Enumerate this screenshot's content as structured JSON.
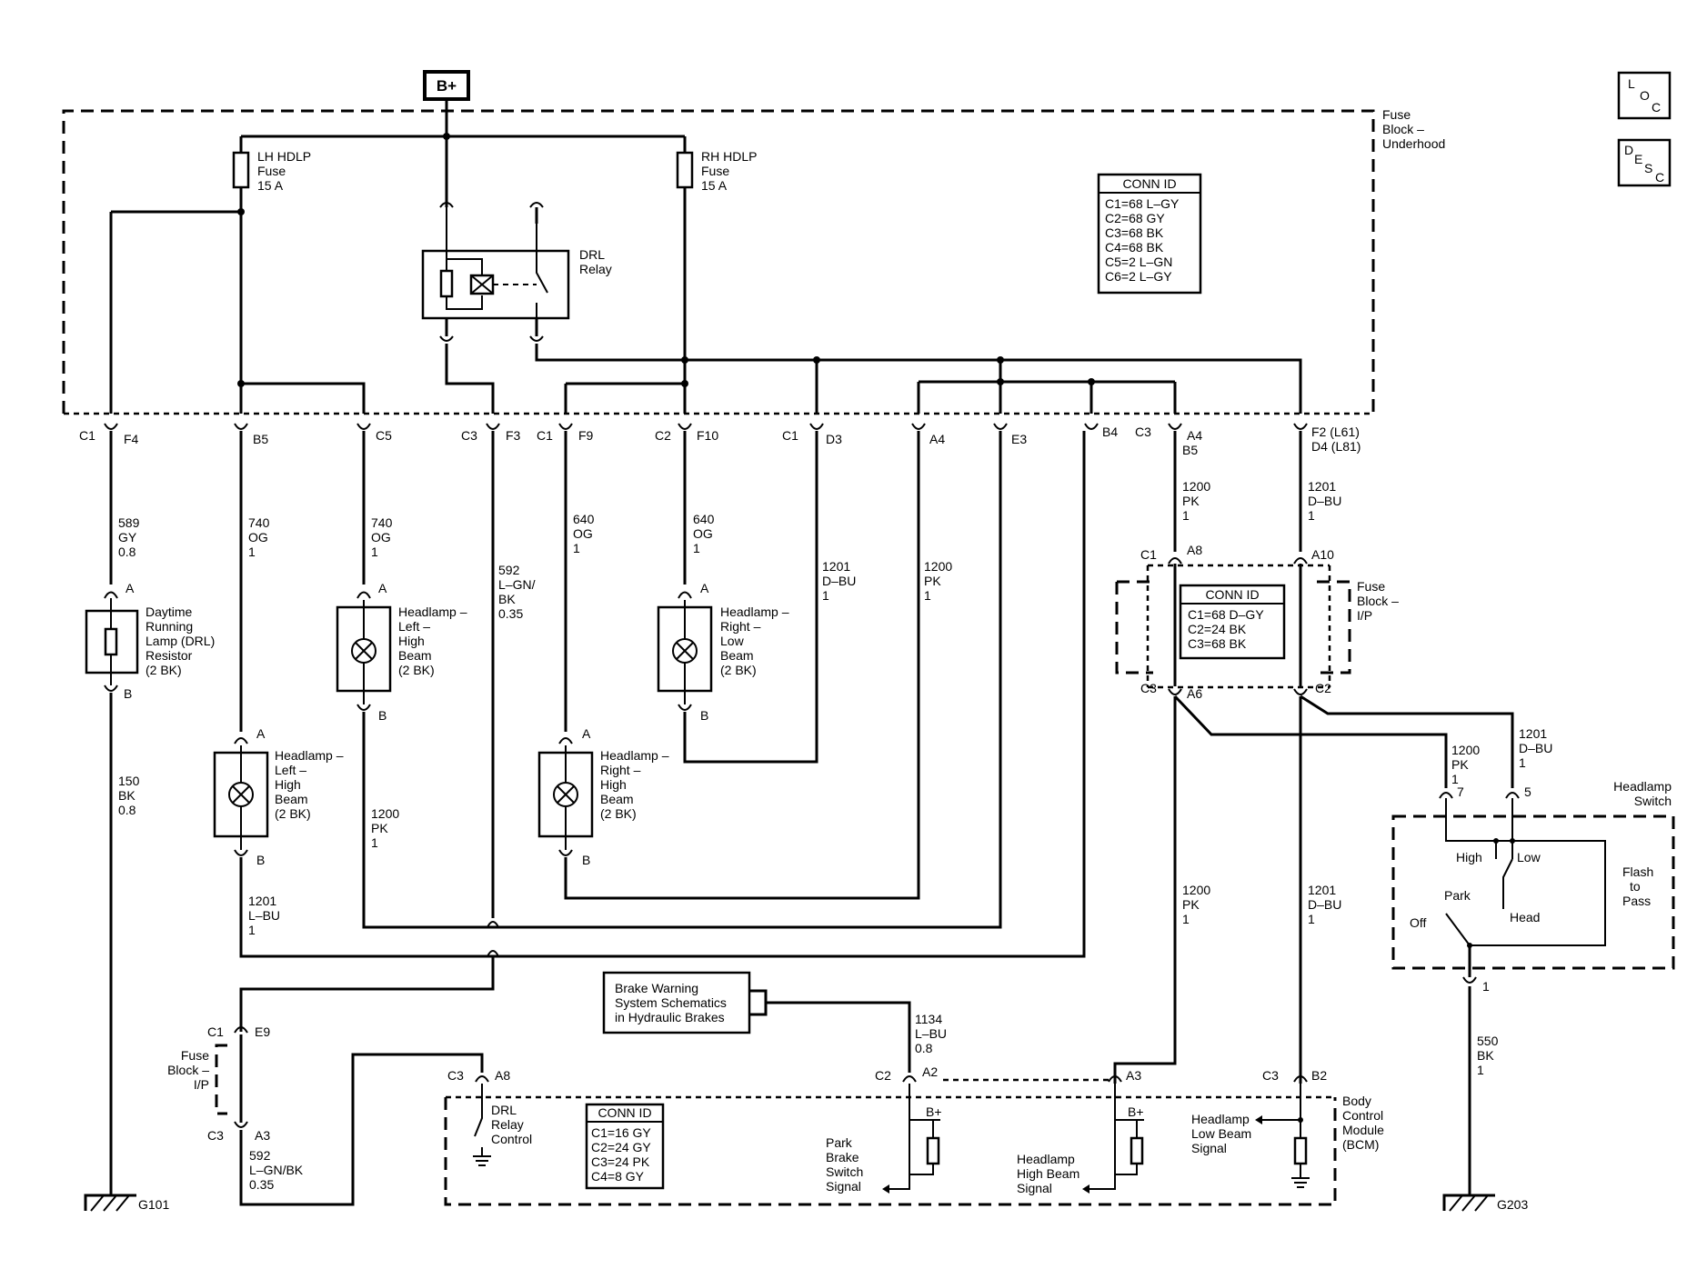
{
  "power": {
    "b_plus": "B+"
  },
  "nav": {
    "loc": [
      "L",
      "O",
      "C"
    ],
    "desc": [
      "D",
      "E",
      "S",
      "C"
    ]
  },
  "fuse_block_underhood": {
    "label": [
      "Fuse",
      "Block –",
      "Underhood"
    ],
    "lh_fuse": [
      "LH HDLP",
      "Fuse",
      "15 A"
    ],
    "rh_fuse": [
      "RH HDLP",
      "Fuse",
      "15 A"
    ],
    "drl_relay": [
      "DRL",
      "Relay"
    ],
    "conn_id": {
      "title": "CONN ID",
      "rows": [
        "C1=68 L–GY",
        "C2=68 GY",
        "C3=68 BK",
        "C4=68 BK",
        "C5=2 L–GN",
        "C6=2 L–GY"
      ]
    }
  },
  "connectors_top": {
    "c1_f4": [
      "C1",
      "F4"
    ],
    "b5": "B5",
    "c5": "C5",
    "c3_f3": [
      "C3",
      "F3"
    ],
    "c1_f9": [
      "C1",
      "F9"
    ],
    "c2_f10": [
      "C2",
      "F10"
    ],
    "c1_d3": [
      "C1",
      "D3"
    ],
    "a4": "A4",
    "e3": "E3",
    "b4": "B4",
    "c3_a4b5": [
      "C3",
      "A4",
      "B5"
    ],
    "f2d4": [
      "F2 (L61)",
      "D4 (L81)"
    ]
  },
  "wires": {
    "w589": [
      "589",
      "GY",
      "0.8"
    ],
    "w740a": [
      "740",
      "OG",
      "1"
    ],
    "w740b": [
      "740",
      "OG",
      "1"
    ],
    "w592": [
      "592",
      "L–GN/",
      "BK",
      "0.35"
    ],
    "w640a": [
      "640",
      "OG",
      "1"
    ],
    "w640b": [
      "640",
      "OG",
      "1"
    ],
    "w1201a": [
      "1201",
      "D–BU",
      "1"
    ],
    "w1200a": [
      "1200",
      "PK",
      "1"
    ],
    "w1200b": [
      "1200",
      "PK",
      "1"
    ],
    "w1201b": [
      "1201",
      "D–BU",
      "1"
    ],
    "w150": [
      "150",
      "BK",
      "0.8"
    ],
    "w1200c": [
      "1200",
      "PK",
      "1"
    ],
    "w1201c": [
      "1201",
      "L–BU",
      "1"
    ],
    "w1200d": [
      "1200",
      "PK",
      "1"
    ],
    "w1201d": [
      "1201",
      "D–BU",
      "1"
    ],
    "w1200e": [
      "1200",
      "PK",
      "1"
    ],
    "w1201e": [
      "1201",
      "D–BU",
      "1"
    ],
    "w1134": [
      "1134",
      "L–BU",
      "0.8"
    ],
    "w592b": [
      "592",
      "L–GN/BK",
      "0.35"
    ],
    "w550": [
      "550",
      "BK",
      "1"
    ]
  },
  "components": {
    "drl_resistor": [
      "Daytime",
      "Running",
      "Lamp (DRL)",
      "Resistor",
      "(2 BK)"
    ],
    "hl_left_high_top": [
      "Headlamp –",
      "Left –",
      "High",
      "Beam",
      "(2 BK)"
    ],
    "hl_right_low": [
      "Headlamp –",
      "Right –",
      "Low",
      "Beam",
      "(2 BK)"
    ],
    "hl_left_high_bot": [
      "Headlamp –",
      "Left –",
      "High",
      "Beam",
      "(2 BK)"
    ],
    "hl_right_high": [
      "Headlamp –",
      "Right –",
      "High",
      "Beam",
      "(2 BK)"
    ]
  },
  "pins": {
    "a": "A",
    "b": "B"
  },
  "fuse_block_ip": {
    "label": [
      "Fuse",
      "Block –",
      "I/P"
    ],
    "conn_id": {
      "title": "CONN ID",
      "rows": [
        "C1=68 D–GY",
        "C2=24 BK",
        "C3=68 BK"
      ]
    },
    "c1_a8": [
      "C1",
      "A8"
    ],
    "a10": "A10",
    "c3_a6": [
      "C3",
      "A6"
    ],
    "c2": "C2"
  },
  "fuse_block_ip_left": {
    "label": [
      "Fuse",
      "Block –",
      "I/P"
    ],
    "c1_e9": [
      "C1",
      "E9"
    ],
    "c3_a3": [
      "C3",
      "A3"
    ]
  },
  "headlamp_switch": {
    "label": [
      "Headlamp",
      "Switch"
    ],
    "pin7": "7",
    "pin5": "5",
    "pin1": "1",
    "high": "High",
    "low": "Low",
    "park": "Park",
    "head": "Head",
    "off": "Off",
    "flash": [
      "Flash",
      "to",
      "Pass"
    ]
  },
  "brake_warning": [
    "Brake Warning",
    "System Schematics",
    "in Hydraulic Brakes"
  ],
  "bcm": {
    "label": [
      "Body",
      "Control",
      "Module",
      "(BCM)"
    ],
    "conn_id": {
      "title": "CONN ID",
      "rows": [
        "C1=16 GY",
        "C2=24 GY",
        "C3=24 PK",
        "C4=8 GY"
      ]
    },
    "drl_relay_control": [
      "DRL",
      "Relay",
      "Control"
    ],
    "park_brake": [
      "Park",
      "Brake",
      "Switch",
      "Signal"
    ],
    "high_beam": [
      "Headlamp",
      "High Beam",
      "Signal"
    ],
    "low_beam": [
      "Headlamp",
      "Low Beam",
      "Signal"
    ],
    "c3_a8": [
      "C3",
      "A8"
    ],
    "c2_a2": [
      "C2",
      "A2"
    ],
    "a3": "A3",
    "c3_b2": [
      "C3",
      "B2"
    ],
    "b_plus": "B+"
  },
  "grounds": {
    "g101": "G101",
    "g203": "G203"
  }
}
